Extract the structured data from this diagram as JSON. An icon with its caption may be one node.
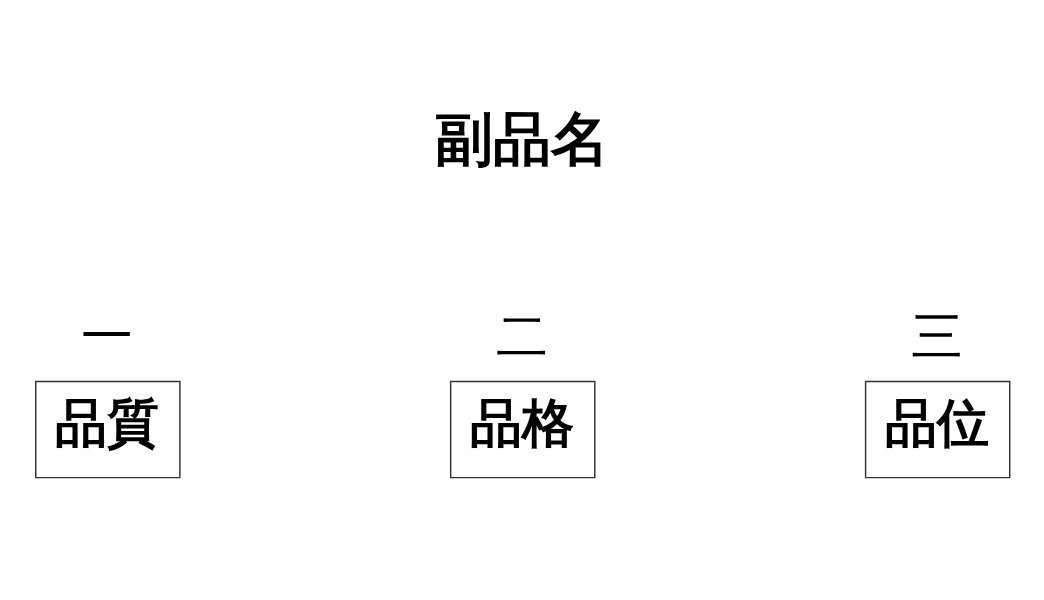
{
  "diagram": {
    "title": "副品名",
    "nodes": [
      {
        "text": [
          "一",
          "品質"
        ]
      },
      {
        "text": [
          "二",
          "品格"
        ]
      },
      {
        "text": [
          "三",
          "品位"
        ]
      }
    ]
  }
}
